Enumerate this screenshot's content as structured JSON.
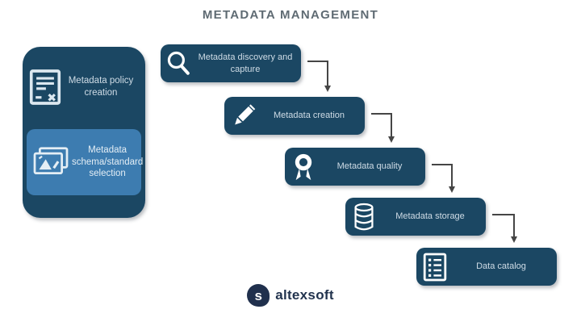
{
  "title": "METADATA MANAGEMENT",
  "colors": {
    "box_navy": "#1b4763",
    "highlight_blue": "#3d7cb0",
    "label_text": "#cfdce6",
    "title_gray": "#5f6b73",
    "arrow_gray": "#454545",
    "logo_navy": "#22334e",
    "background": "#ffffff"
  },
  "left_panel": {
    "items": [
      {
        "label": "Metadata policy creation",
        "icon": "policy-document-icon",
        "highlighted": false
      },
      {
        "label": "Metadata schema/standard selection",
        "icon": "images-icon",
        "highlighted": true
      }
    ]
  },
  "flow_steps": [
    {
      "label": "Metadata discovery and capture",
      "icon": "magnifier-icon"
    },
    {
      "label": "Metadata creation",
      "icon": "pencil-icon"
    },
    {
      "label": "Metadata quality",
      "icon": "award-icon"
    },
    {
      "label": "Metadata storage",
      "icon": "database-icon"
    },
    {
      "label": "Data catalog",
      "icon": "list-icon"
    }
  ],
  "logo": {
    "text": "altexsoft",
    "mark_letter": "s"
  }
}
